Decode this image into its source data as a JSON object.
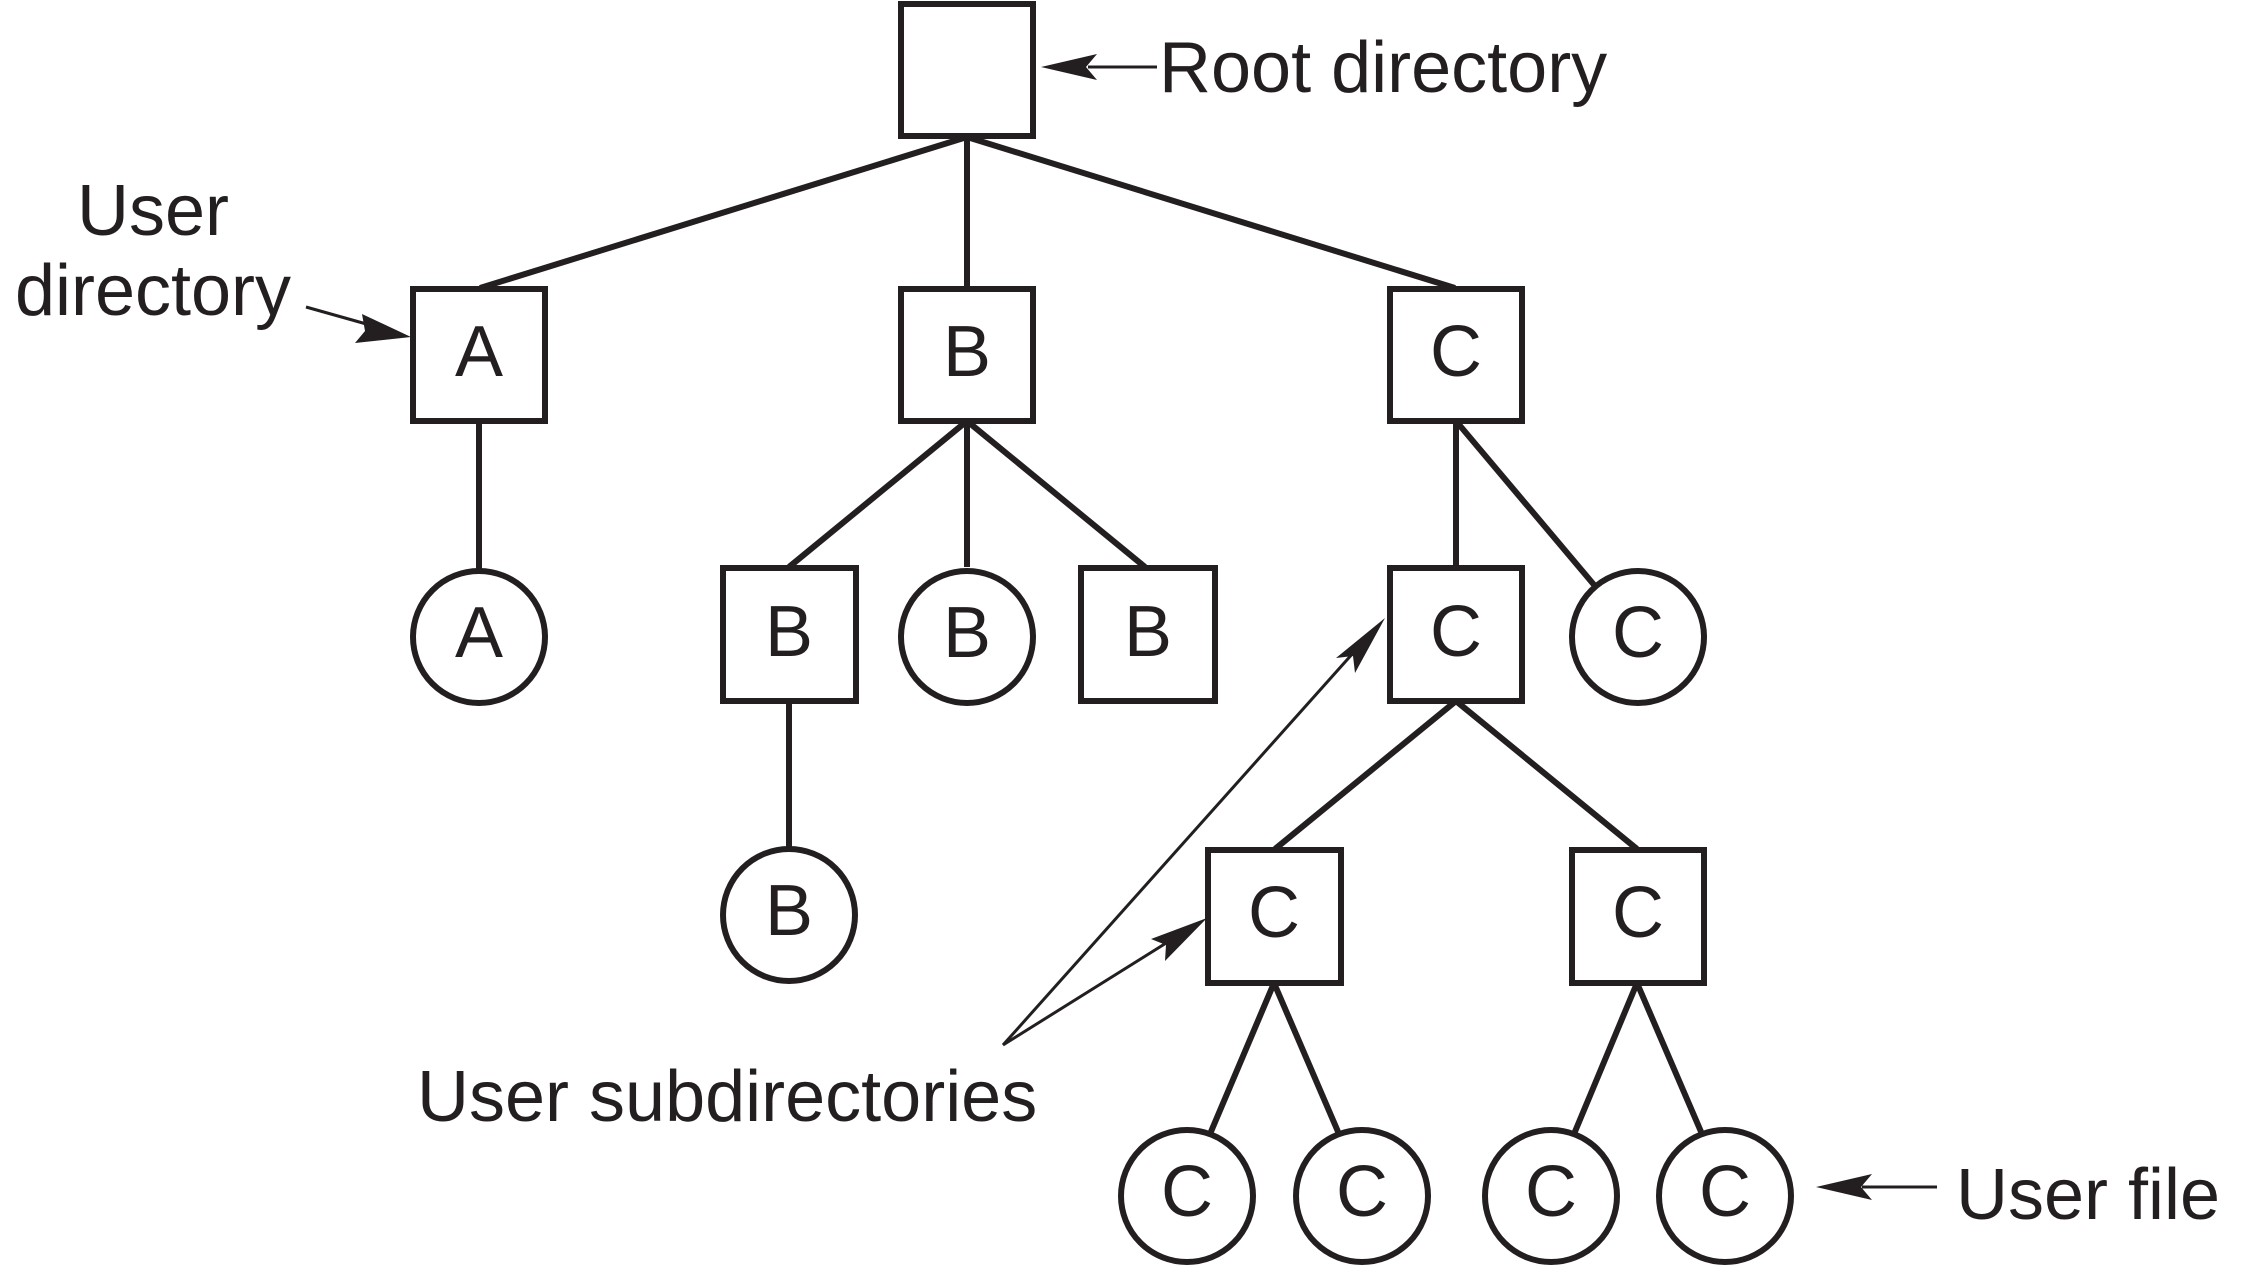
{
  "annotations": {
    "root_directory": "Root directory",
    "user_directory_line1": "User",
    "user_directory_line2": "directory",
    "user_subdirectories": "User subdirectories",
    "user_file": "User file"
  },
  "nodes": {
    "root": "",
    "dir_a": "A",
    "dir_b": "B",
    "dir_c": "C",
    "file_a": "A",
    "subdir_b": "B",
    "file_b": "B",
    "subdir_b2": "B",
    "file_b_deep": "B",
    "subdir_c": "C",
    "file_c": "C",
    "subdir_c_left": "C",
    "subdir_c_right": "C",
    "file_c1": "C",
    "file_c2": "C",
    "file_c3": "C",
    "file_c4": "C"
  },
  "colors": {
    "ink": "#231f20",
    "background": "#ffffff"
  }
}
